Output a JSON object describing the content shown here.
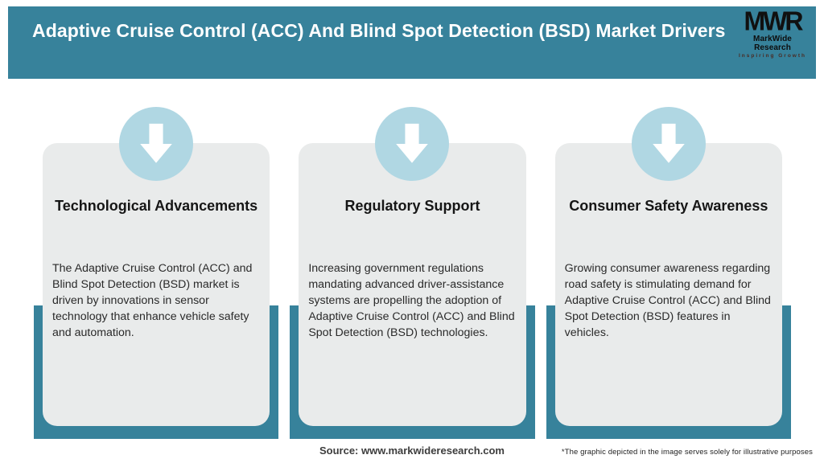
{
  "header": {
    "title": "Adaptive Cruise Control (ACC) And Blind Spot Detection (BSD) Market Drivers"
  },
  "logo": {
    "monogram": "MWR",
    "name": "MarkWide Research",
    "tagline": "Inspiring Growth"
  },
  "cards": [
    {
      "title": "Technological Advancements",
      "body": "The Adaptive Cruise Control (ACC) and Blind Spot Detection (BSD) market is driven by innovations in sensor technology that enhance vehicle safety and automation.",
      "icon": "down-arrow-icon"
    },
    {
      "title": "Regulatory Support",
      "body": "Increasing government regulations mandating advanced driver-assistance systems are propelling the adoption of Adaptive Cruise Control (ACC) and Blind Spot Detection (BSD) technologies.",
      "icon": "down-arrow-icon"
    },
    {
      "title": "Consumer Safety Awareness",
      "body": "Growing consumer awareness regarding road safety is stimulating demand for Adaptive Cruise Control (ACC) and Blind Spot Detection (BSD) features in vehicles.",
      "icon": "down-arrow-icon"
    }
  ],
  "footer": {
    "source": "Source: www.markwideresearch.com",
    "disclaimer": "*The graphic depicted in the image serves solely for illustrative purposes"
  },
  "colors": {
    "header_teal": "#37829b",
    "circle_blue": "#b0d7e3",
    "card_gray": "#e9ebeb",
    "title_text": "#ffffff",
    "body_text": "#2a2a2a"
  }
}
